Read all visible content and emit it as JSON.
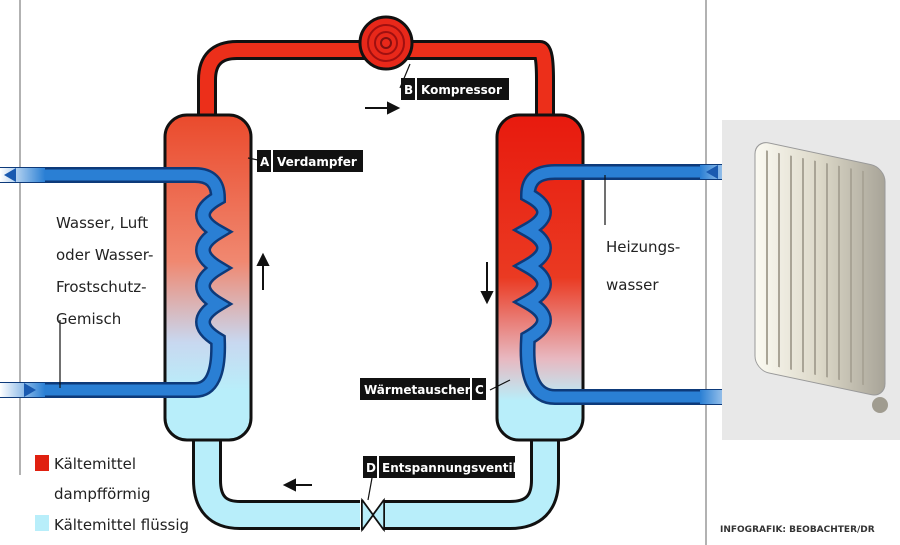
{
  "labels": {
    "a_letter": "A",
    "a_text": "Verdampfer",
    "b_letter": "B",
    "b_text": "Kompressor",
    "c_letter": "C",
    "c_text": "Wärmetauscher",
    "d_letter": "D",
    "d_text": "Entspannungsventil"
  },
  "left_text": [
    "Wasser, Luft",
    "oder Wasser-",
    "Frostschutz-",
    "Gemisch"
  ],
  "right_text": [
    "Heizungs-",
    "wasser"
  ],
  "legend": {
    "vapor_line1": "Kältemittel",
    "vapor_line2": "dampfförmig",
    "liquid": "Kältemittel flüssig"
  },
  "credit": "INFOGRAFIK: BEOBACHTER/DR",
  "colors": {
    "vapor": "#e8301c",
    "liquid": "#b8eefa",
    "water": "#2a7fd4"
  }
}
